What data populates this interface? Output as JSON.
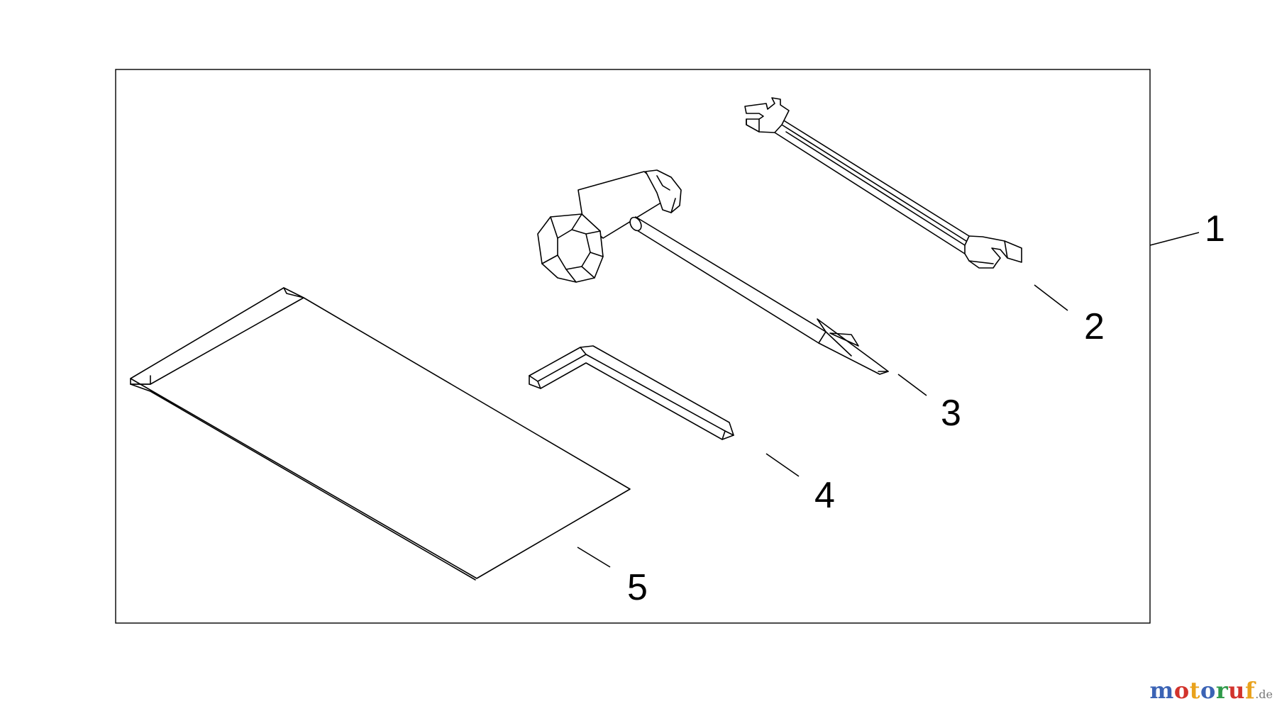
{
  "diagram": {
    "callouts": [
      {
        "id": "kit",
        "label": "1",
        "part": "tool kit (frame)"
      },
      {
        "id": "open-end-wrench",
        "label": "2"
      },
      {
        "id": "spark-plug-wrench",
        "label": "3"
      },
      {
        "id": "hex-key",
        "label": "4"
      },
      {
        "id": "manual",
        "label": "5"
      }
    ]
  },
  "watermark": {
    "letters": [
      "m",
      "o",
      "t",
      "o",
      "r",
      "u",
      "f"
    ],
    "colors": [
      "#3b63b5",
      "#d2332c",
      "#e9a21c",
      "#3b63b5",
      "#2f9a4a",
      "#d2332c",
      "#e9a21c"
    ],
    "tld": ".de"
  }
}
